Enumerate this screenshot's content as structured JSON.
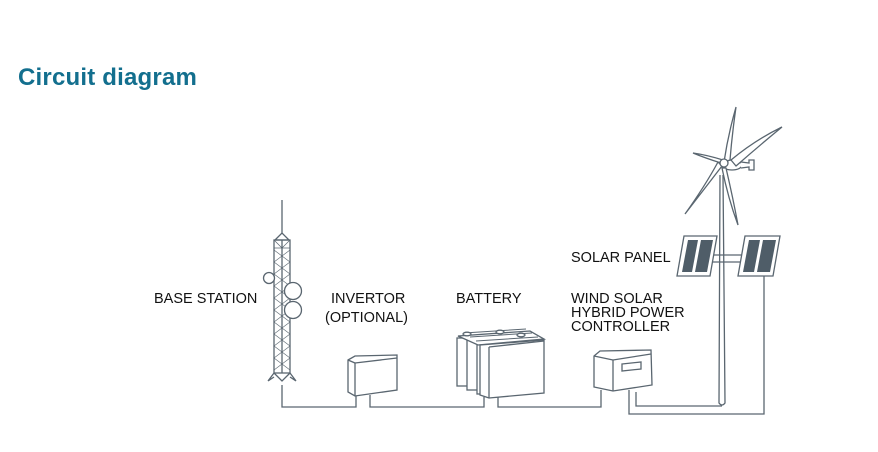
{
  "page": {
    "title": "Circuit diagram"
  },
  "diagram": {
    "components": [
      {
        "id": "base_station",
        "label": "BASE STATION"
      },
      {
        "id": "invertor",
        "label_line1": "INVERTOR",
        "label_line2": "(OPTIONAL)"
      },
      {
        "id": "battery",
        "label": "BATTERY"
      },
      {
        "id": "controller",
        "label_line1": "WIND SOLAR",
        "label_line2": "HYBRID POWER",
        "label_line3": "CONTROLLER"
      },
      {
        "id": "solar_panel",
        "label": "SOLAR PANEL"
      },
      {
        "id": "wind_turbine",
        "label": ""
      }
    ],
    "colors": {
      "title": "#136f8e",
      "line": "#5a6670",
      "panel_fill": "#4f5d68"
    }
  }
}
